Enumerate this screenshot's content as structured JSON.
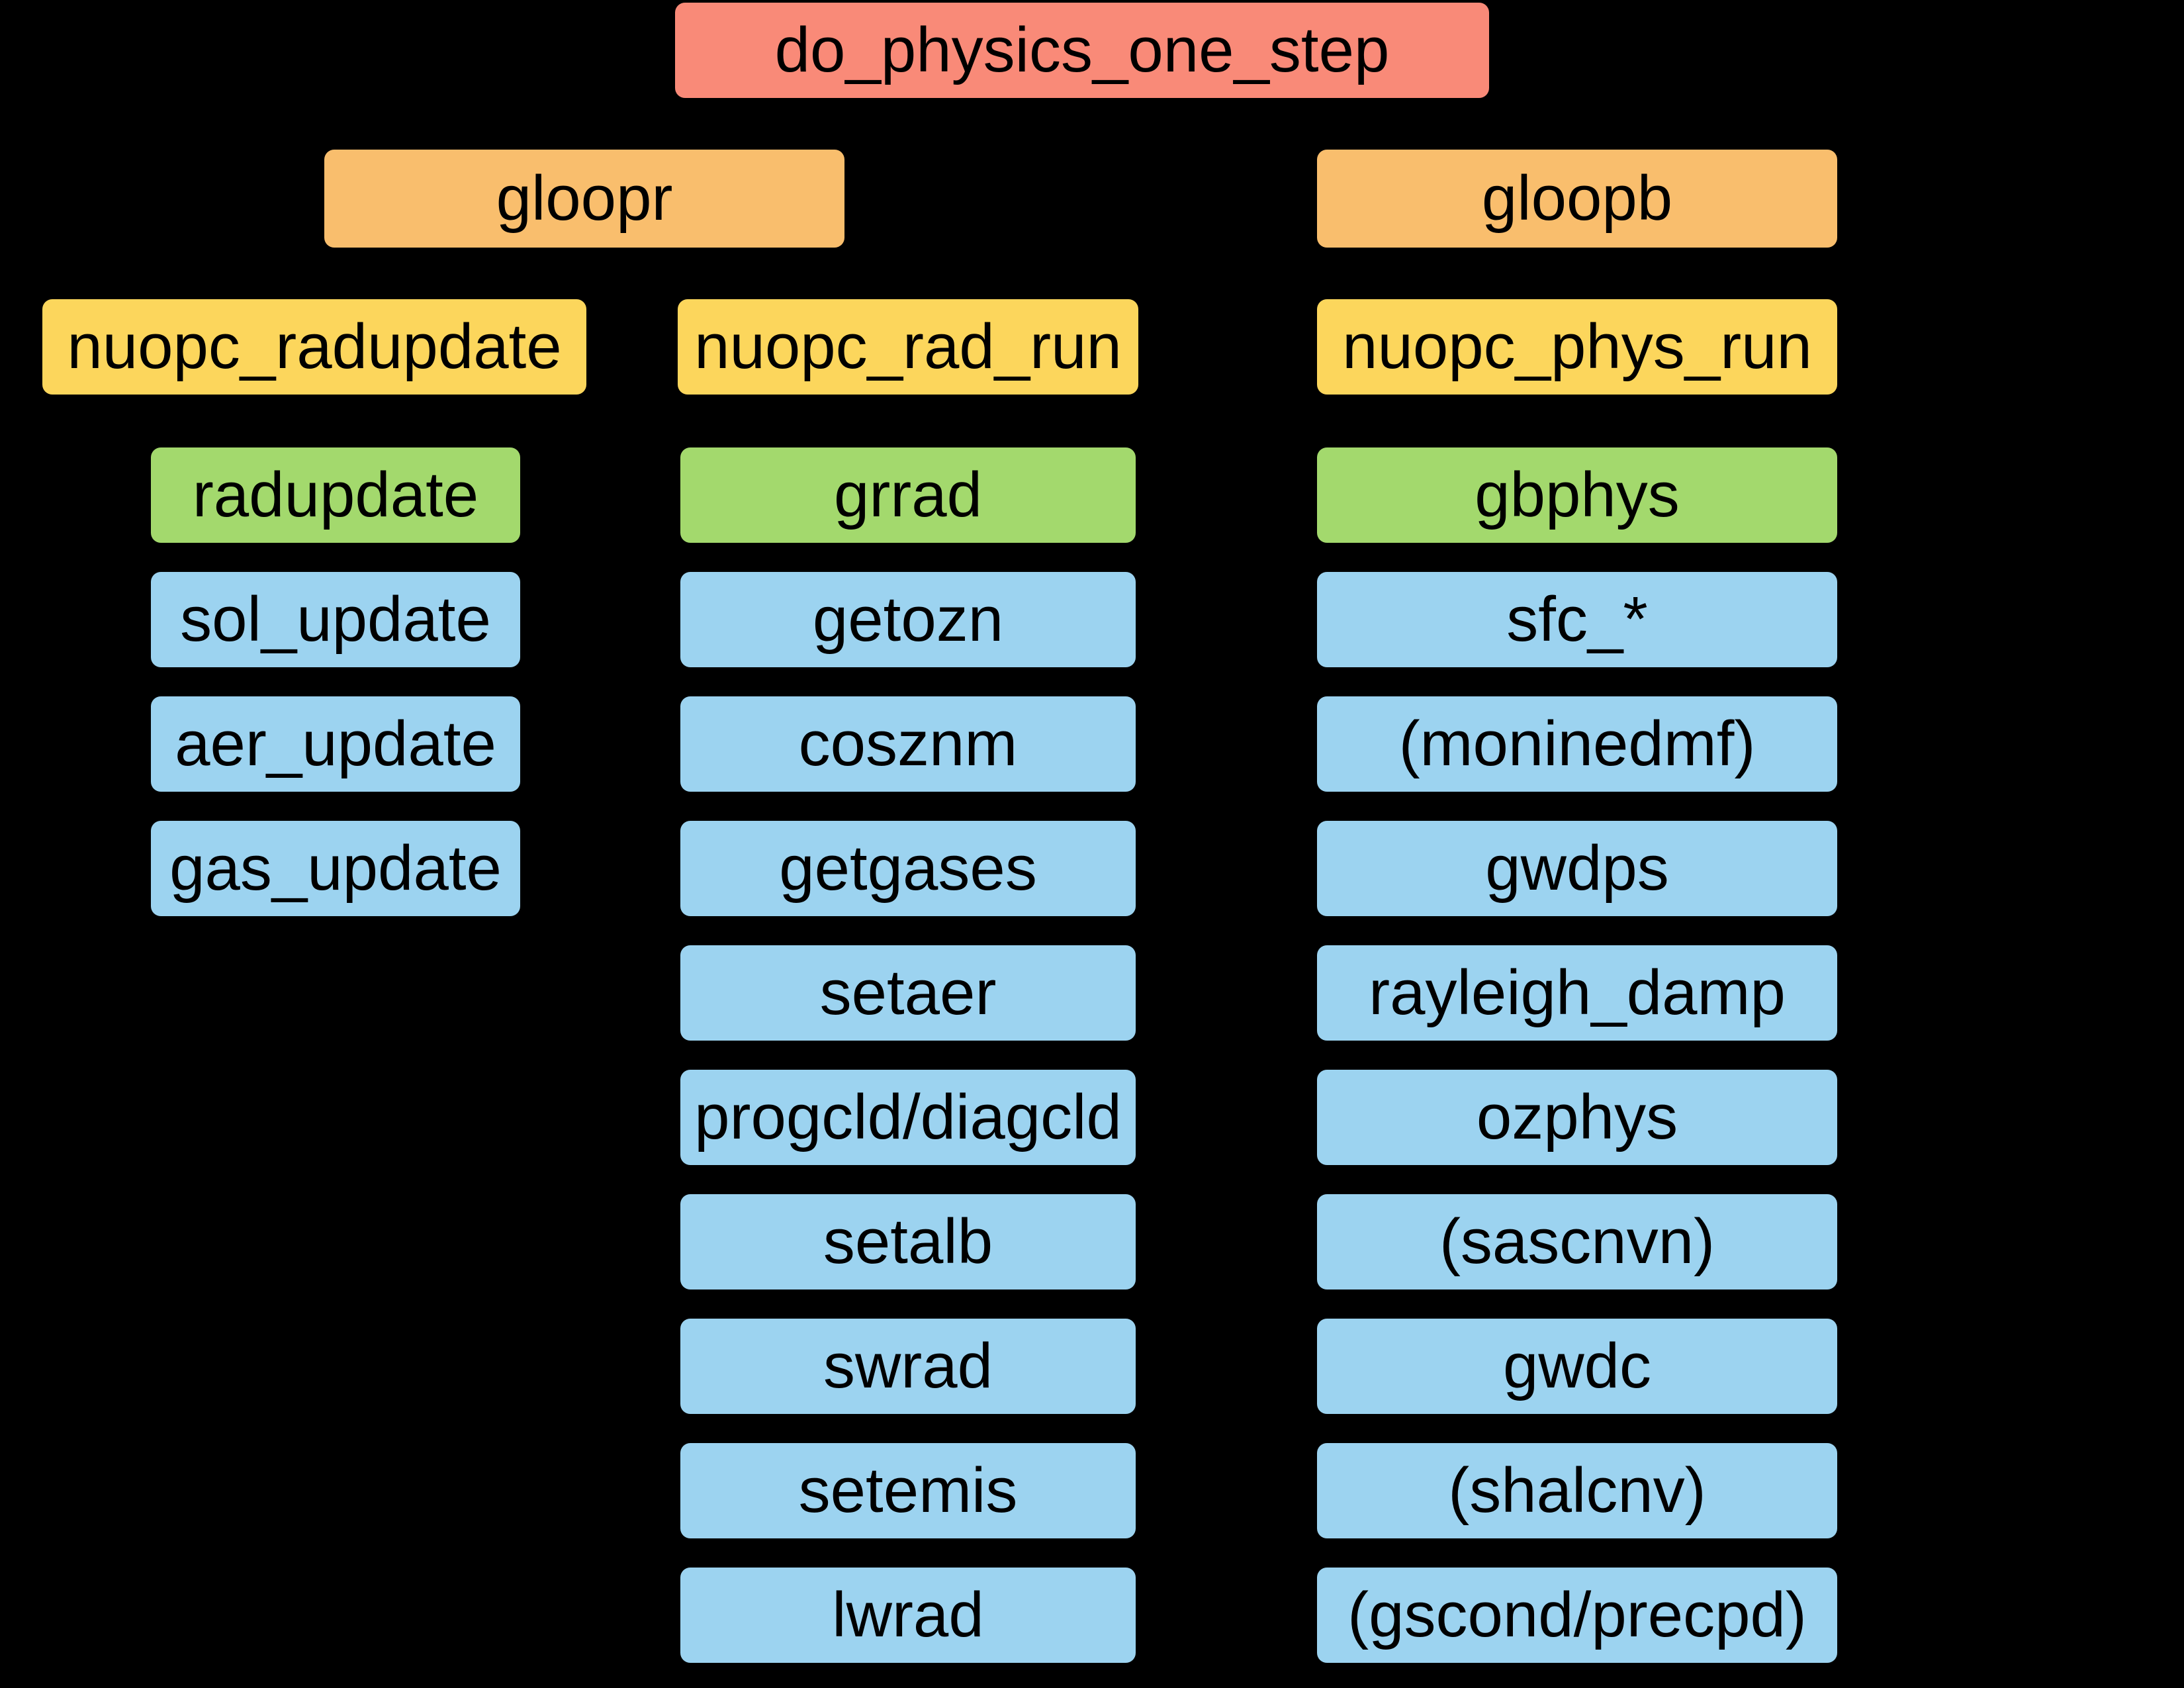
{
  "diagram": {
    "root": "do_physics_one_step",
    "loops": [
      {
        "label": "gloopr"
      },
      {
        "label": "gloopb"
      }
    ],
    "columns": [
      {
        "nuopc": "nuopc_radupdate",
        "driver": "radupdate",
        "subroutines": [
          "sol_update",
          "aer_update",
          "gas_update"
        ]
      },
      {
        "nuopc": "nuopc_rad_run",
        "driver": "grrad",
        "subroutines": [
          "getozn",
          "cosznm",
          "getgases",
          "setaer",
          "progcld/diagcld",
          "setalb",
          "swrad",
          "setemis",
          "lwrad"
        ]
      },
      {
        "nuopc": "nuopc_phys_run",
        "driver": "gbphys",
        "subroutines": [
          "sfc_*",
          "(moninedmf)",
          "gwdps",
          "rayleigh_damp",
          "ozphys",
          "(sascnvn)",
          "gwdc",
          "(shalcnv)",
          "(gscond/precpd)"
        ]
      }
    ],
    "colors": {
      "background": "#000000",
      "root_box": "#F98A78",
      "loop_box": "#F9BE6D",
      "nuopc_box": "#FCD65C",
      "driver_box": "#A3D96D",
      "subroutine_box": "#9CD3F0",
      "text": "#000000"
    }
  }
}
